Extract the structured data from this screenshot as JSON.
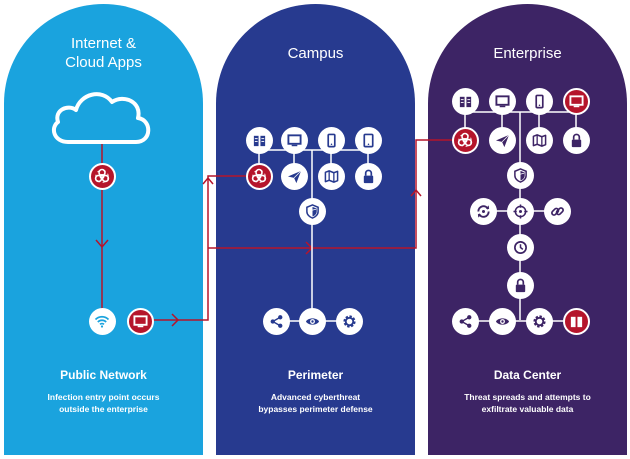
{
  "colors": {
    "internet": "#1aa3de",
    "campus": "#273a8f",
    "enterprise": "#3d2465",
    "threat": "#b5152b",
    "connector": "#ffffff"
  },
  "columns": [
    {
      "title": "Internet &\nCloud Apps",
      "subtitle": "Public Network",
      "description": "Infection entry point occurs\noutside the enterprise"
    },
    {
      "title": "Campus",
      "subtitle": "Perimeter",
      "description": "Advanced cyberthreat\nbypasses perimeter defense"
    },
    {
      "title": "Enterprise",
      "subtitle": "Data Center",
      "description": "Threat spreads and attempts to\nexfiltrate valuable data"
    }
  ],
  "icons": {
    "cloud": "cloud-icon",
    "biohazard": "biohazard-icon",
    "wifi": "wifi-icon",
    "monitor": "monitor-icon",
    "server": "server-icon",
    "phone": "phone-icon",
    "tablet": "tablet-icon",
    "send": "paper-plane-icon",
    "map": "map-icon",
    "lock": "lock-icon",
    "shield": "shield-icon",
    "share": "share-icon",
    "eye": "eye-icon",
    "gear": "gear-icon",
    "target": "target-icon",
    "refresh": "refresh-icon",
    "link": "link-icon",
    "clock": "clock-icon"
  }
}
